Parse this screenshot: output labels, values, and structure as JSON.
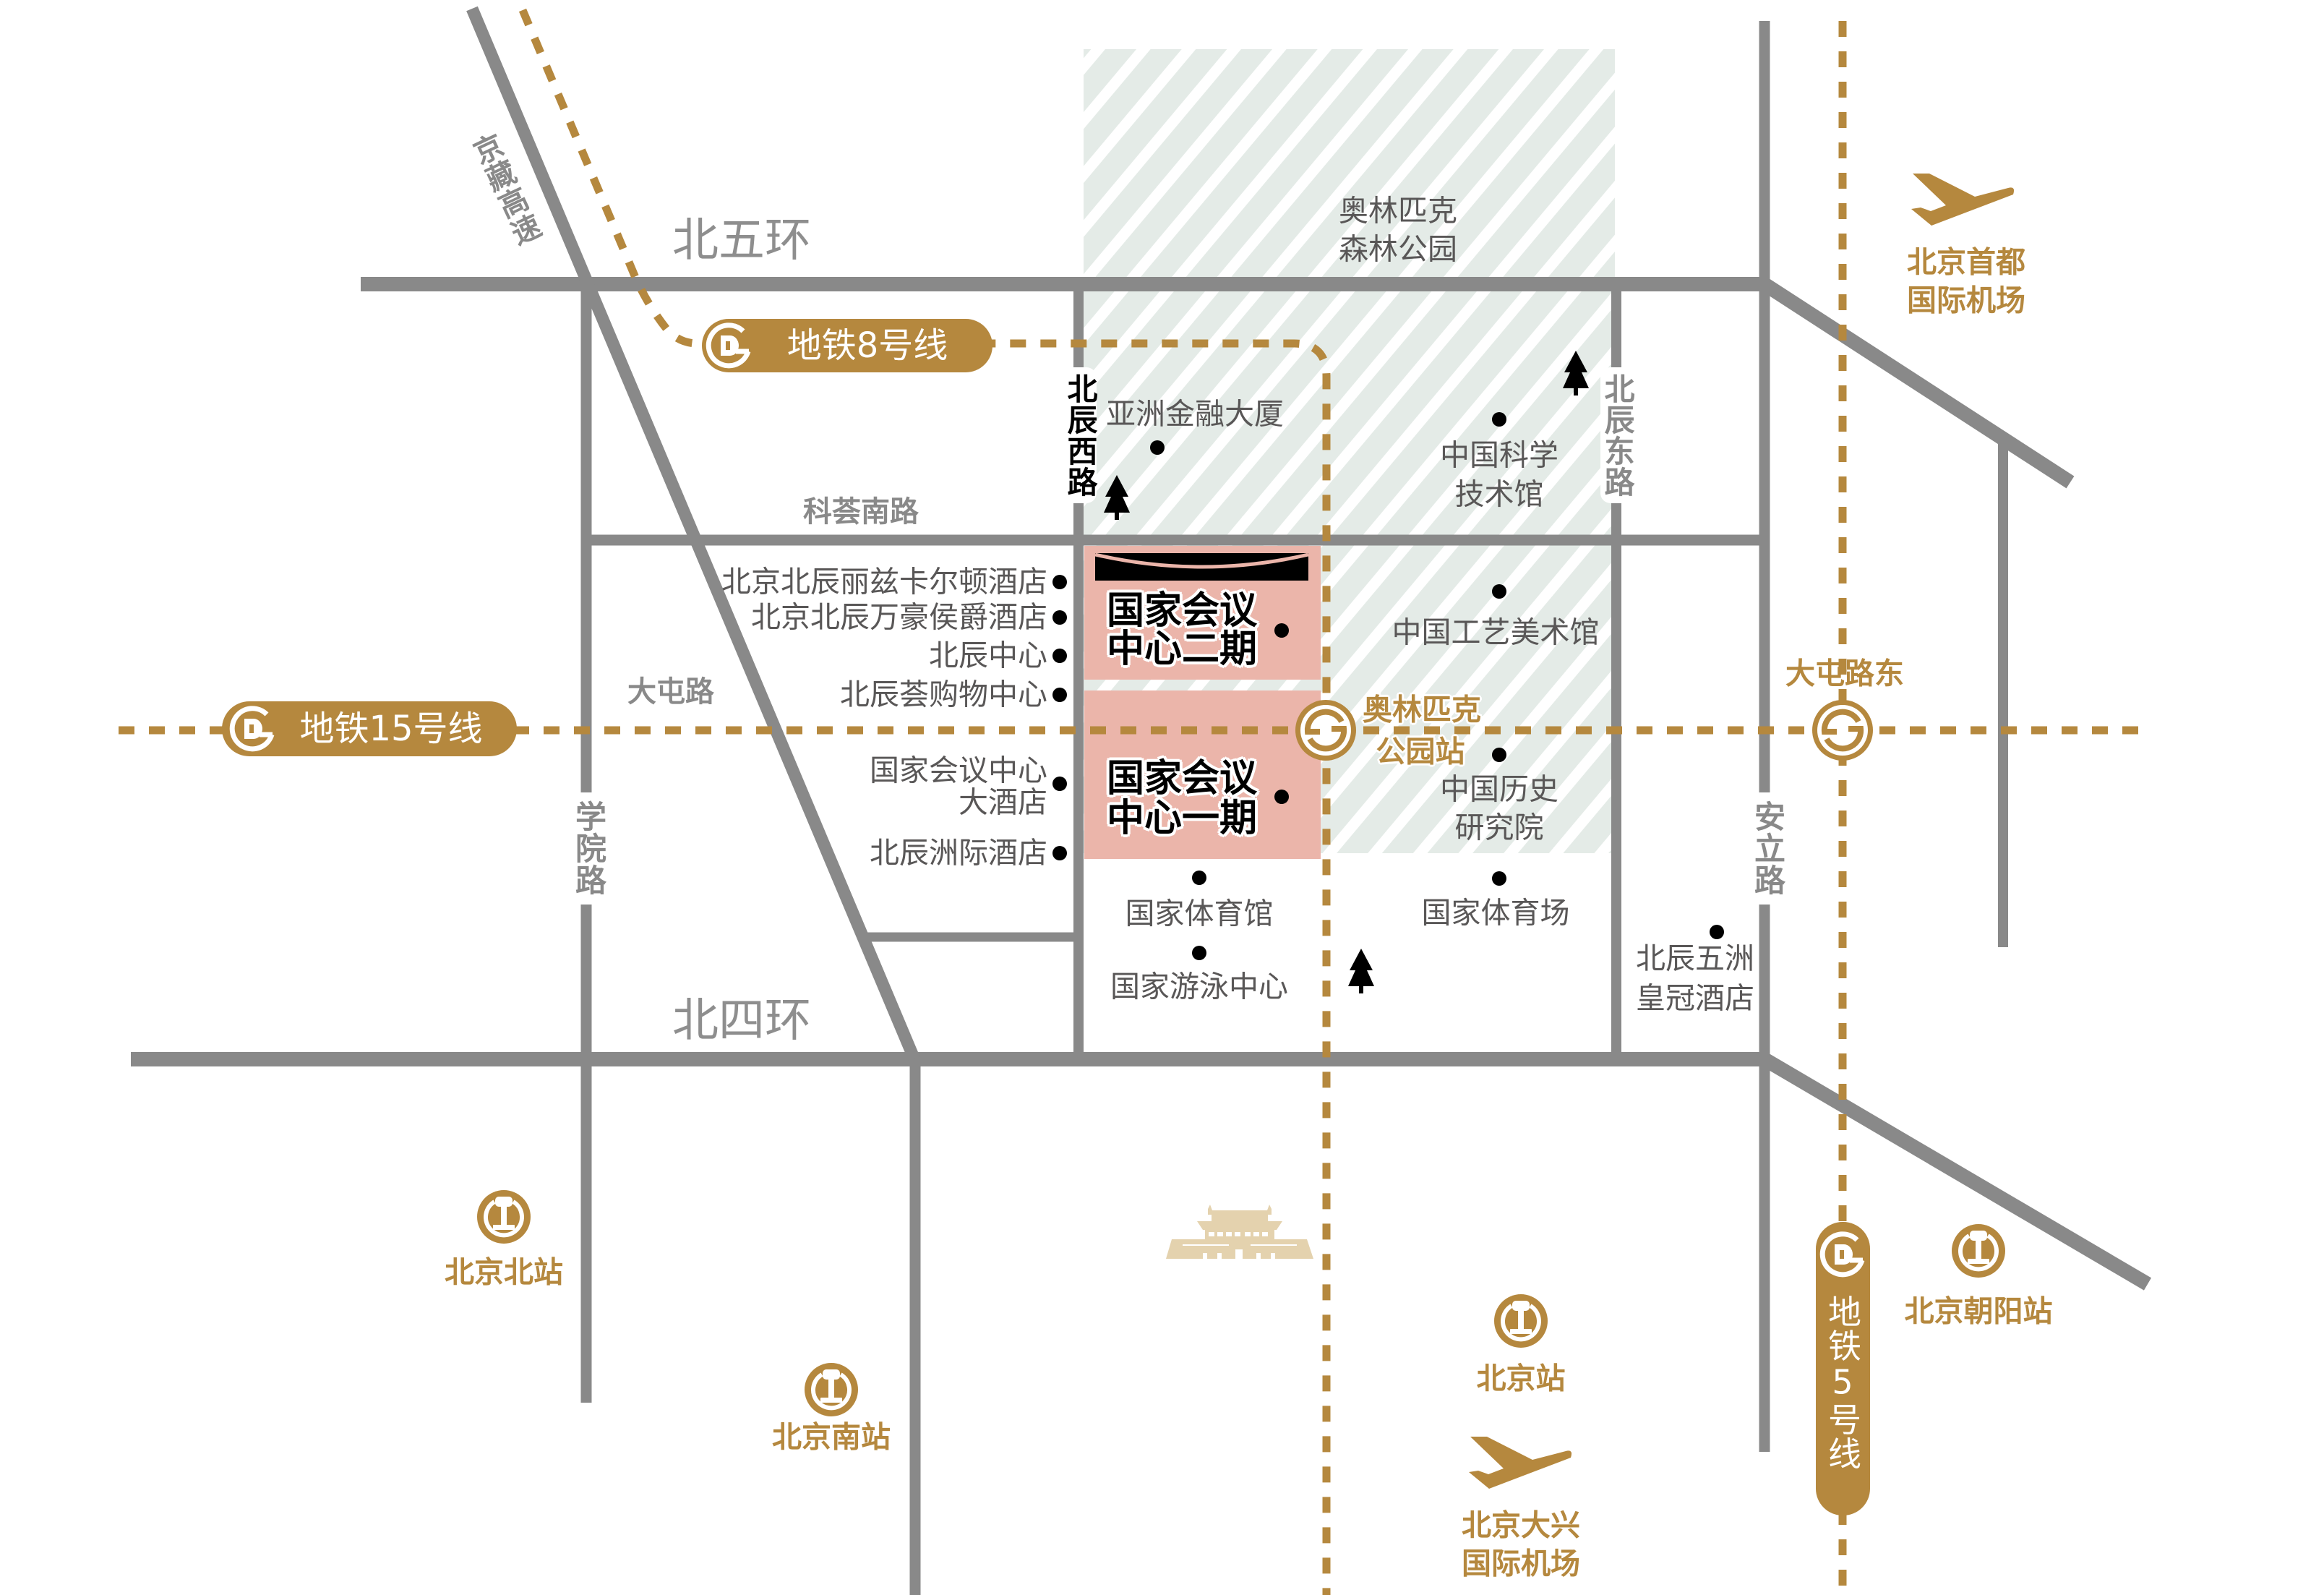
{
  "roads": {
    "north_5th_ring": "北五环",
    "north_4th_ring": "北四环",
    "jingzang_expressway": "京藏高速",
    "kehui_south_road": "科荟南路",
    "datun_road": "大屯路",
    "xueyuan_road": "学院路",
    "beichen_west_road": "北辰西路",
    "beichen_east_road": "北辰东路",
    "anli_road": "安立路"
  },
  "subway": {
    "line8": "地铁8号线",
    "line15": "地铁15号线",
    "line5": "地铁5号线",
    "olympic_park_station": [
      "奥林匹克",
      "公园站"
    ],
    "datun_road_east_station": "大屯路东"
  },
  "venues": {
    "phase2": [
      "国家会议",
      "中心二期"
    ],
    "phase1": [
      "国家会议",
      "中心一期"
    ]
  },
  "hotels": [
    [
      "北京北辰丽兹卡尔顿酒店"
    ],
    [
      "北京北辰万豪侯爵酒店"
    ],
    [
      "北辰中心"
    ],
    [
      "北辰荟购物中心"
    ],
    [
      "国家会议中心",
      "大酒店"
    ],
    [
      "北辰洲际酒店"
    ]
  ],
  "pois": {
    "asia_financial_tower": [
      "亚洲金融大厦"
    ],
    "olympic_forest_park": [
      "奥林匹克",
      "森林公园"
    ],
    "science_museum": [
      "中国科学",
      "技术馆"
    ],
    "arts_crafts_museum": [
      "中国工艺美术馆"
    ],
    "academy_of_history": [
      "中国历史",
      "研究院"
    ],
    "national_indoor_stadium": [
      "国家体育馆"
    ],
    "national_aquatics_center": [
      "国家游泳中心"
    ],
    "national_stadium": [
      "国家体育场"
    ],
    "wuzhou_crowne_plaza": [
      "北辰五洲",
      "皇冠酒店"
    ]
  },
  "transport": {
    "capital_airport": [
      "北京首都",
      "国际机场"
    ],
    "daxing_airport": [
      "北京大兴",
      "国际机场"
    ],
    "beijing_north_station": "北京北站",
    "beijing_south_station": "北京南站",
    "beijing_station": "北京站",
    "beijing_chaoyang_station": "北京朝阳站"
  },
  "icons": {
    "metro_logo": "beijing-subway-logo-icon",
    "transfer_station": "subway-transfer-station-icon",
    "railway_station": "china-railway-icon",
    "airport": "airplane-icon",
    "park": "tree-icon",
    "landmark": "tiananmen-icon",
    "poi_marker": "dot-marker-icon",
    "venue_roof": "convention-center-roof-icon"
  },
  "colors": {
    "gold": "#b5883e",
    "road": "#898989",
    "poi_text": "#595757",
    "venue_fill": "#ebb5aa",
    "park_fill": "#e4ebe7",
    "landmark": "#e4d2ae",
    "marker": "#000000"
  }
}
